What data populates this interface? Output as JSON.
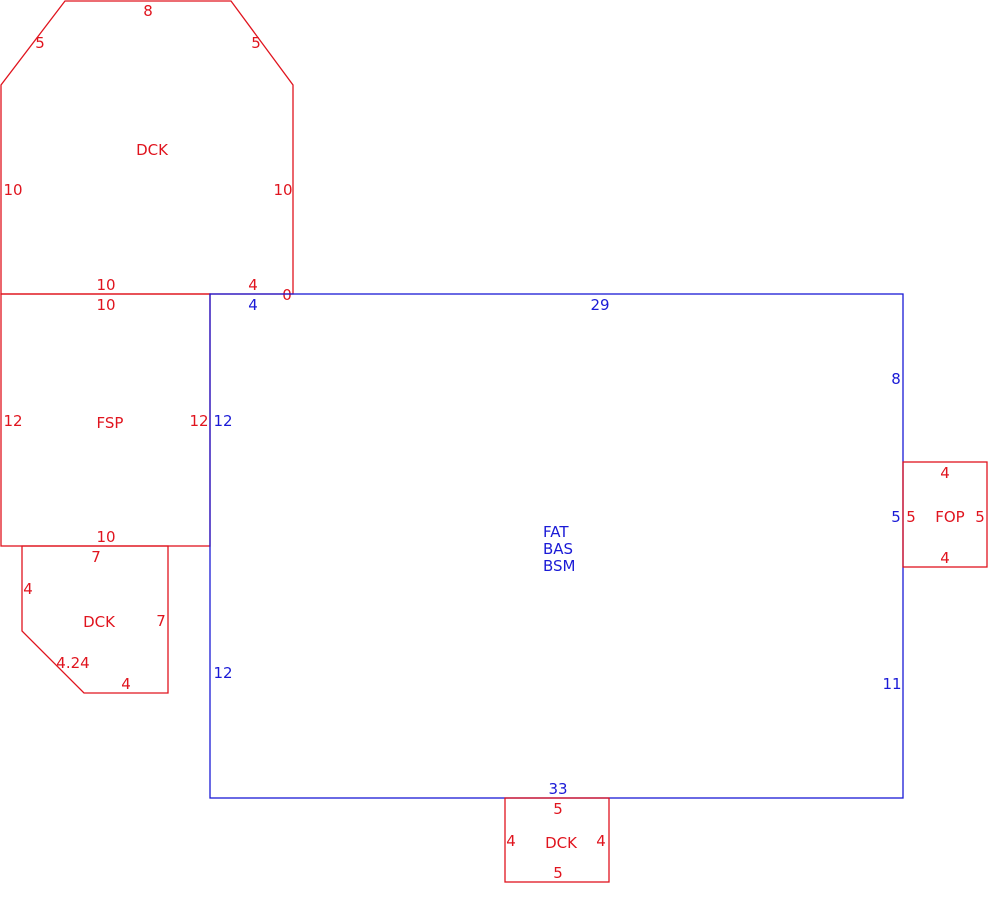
{
  "colors": {
    "deck": "#e0141e",
    "main": "#1a1ad6"
  },
  "areas": {
    "top_dck": {
      "code": "DCK",
      "dims": {
        "top": "8",
        "upper_left": "5",
        "upper_right": "5",
        "left": "10",
        "right": "10",
        "bottom": "10",
        "bottom_right_a": "4",
        "bottom_right_b": "0"
      }
    },
    "fsp": {
      "code": "FSP",
      "dims": {
        "top": "10",
        "left": "12",
        "right": "12",
        "bottom": "10"
      }
    },
    "left_dck": {
      "code": "DCK",
      "dims": {
        "top": "7",
        "left": "4",
        "right": "7",
        "diagonal": "4.24",
        "bottom": "4"
      }
    },
    "main": {
      "codes": [
        "FAT",
        "BAS",
        "BSM"
      ],
      "dims": {
        "top_notch": "4",
        "top": "29",
        "left_upper": "12",
        "left_lower": "12",
        "right_upper": "8",
        "right_mid": "5",
        "right_lower": "11",
        "bottom": "33"
      }
    },
    "fop": {
      "code": "FOP",
      "dims": {
        "top": "4",
        "left": "5",
        "right": "5",
        "bottom": "4"
      }
    },
    "bottom_dck": {
      "code": "DCK",
      "dims": {
        "top": "5",
        "left": "4",
        "right": "4",
        "bottom": "5"
      }
    }
  }
}
